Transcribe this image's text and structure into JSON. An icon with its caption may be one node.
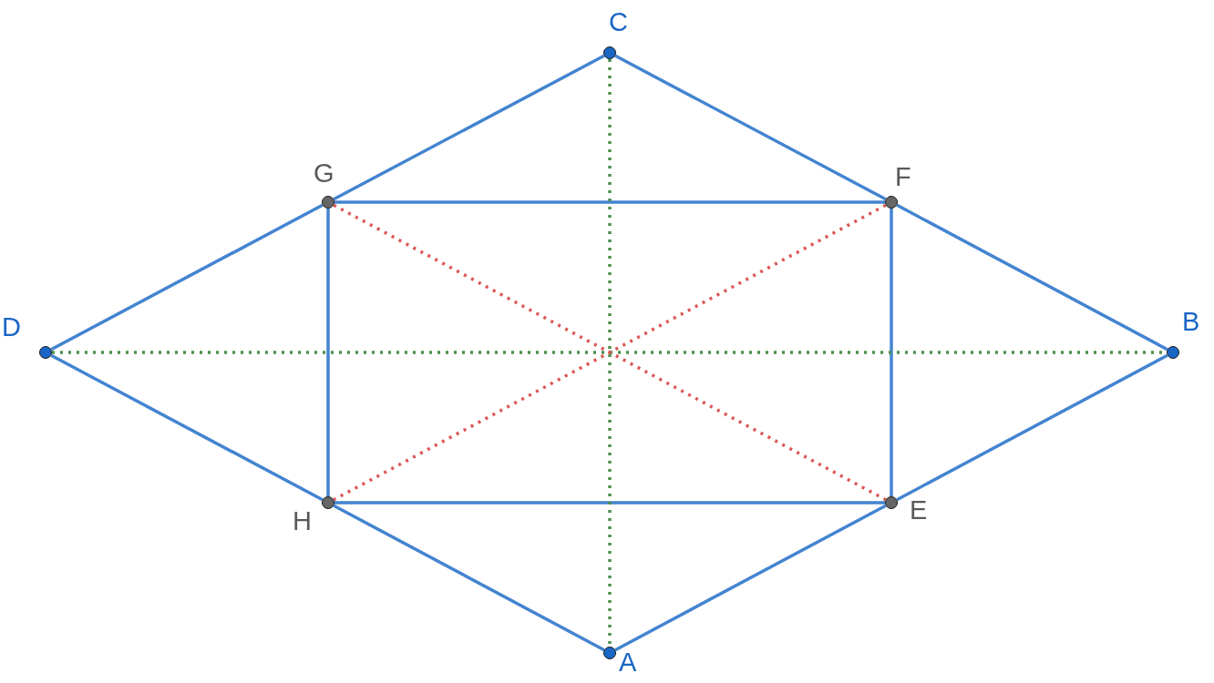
{
  "diagram": {
    "nodes": [
      {
        "text": [
          "C"
        ]
      },
      {
        "text": [
          "G"
        ]
      },
      {
        "text": [
          "F"
        ]
      },
      {
        "text": [
          "D"
        ]
      },
      {
        "text": [
          "B"
        ]
      },
      {
        "text": [
          "H"
        ]
      },
      {
        "text": [
          "E"
        ]
      },
      {
        "text": [
          "A"
        ]
      }
    ],
    "edges": [
      {
        "from": 0,
        "to": 2,
        "arrow": "none"
      },
      {
        "from": 2,
        "to": 4,
        "arrow": "none"
      },
      {
        "from": 4,
        "to": 6,
        "arrow": "none"
      },
      {
        "from": 6,
        "to": 7,
        "arrow": "none"
      },
      {
        "from": 7,
        "to": 5,
        "arrow": "none"
      },
      {
        "from": 5,
        "to": 3,
        "arrow": "none"
      },
      {
        "from": 3,
        "to": 1,
        "arrow": "none"
      },
      {
        "from": 1,
        "to": 0,
        "arrow": "none"
      },
      {
        "from": 1,
        "to": 2,
        "arrow": "none"
      },
      {
        "from": 2,
        "to": 6,
        "arrow": "none"
      },
      {
        "from": 6,
        "to": 5,
        "arrow": "none"
      },
      {
        "from": 5,
        "to": 1,
        "arrow": "none"
      },
      {
        "from": 0,
        "to": 7,
        "arrow": "none",
        "style": "dashed",
        "color": "#4e8f4e"
      },
      {
        "from": 3,
        "to": 4,
        "arrow": "none",
        "style": "dashed",
        "color": "#4e8f4e"
      },
      {
        "from": 1,
        "to": 6,
        "arrow": "none",
        "style": "dashed",
        "color": "#dc5656"
      },
      {
        "from": 2,
        "to": 5,
        "arrow": "none",
        "style": "dashed",
        "color": "#dc5656"
      }
    ]
  }
}
